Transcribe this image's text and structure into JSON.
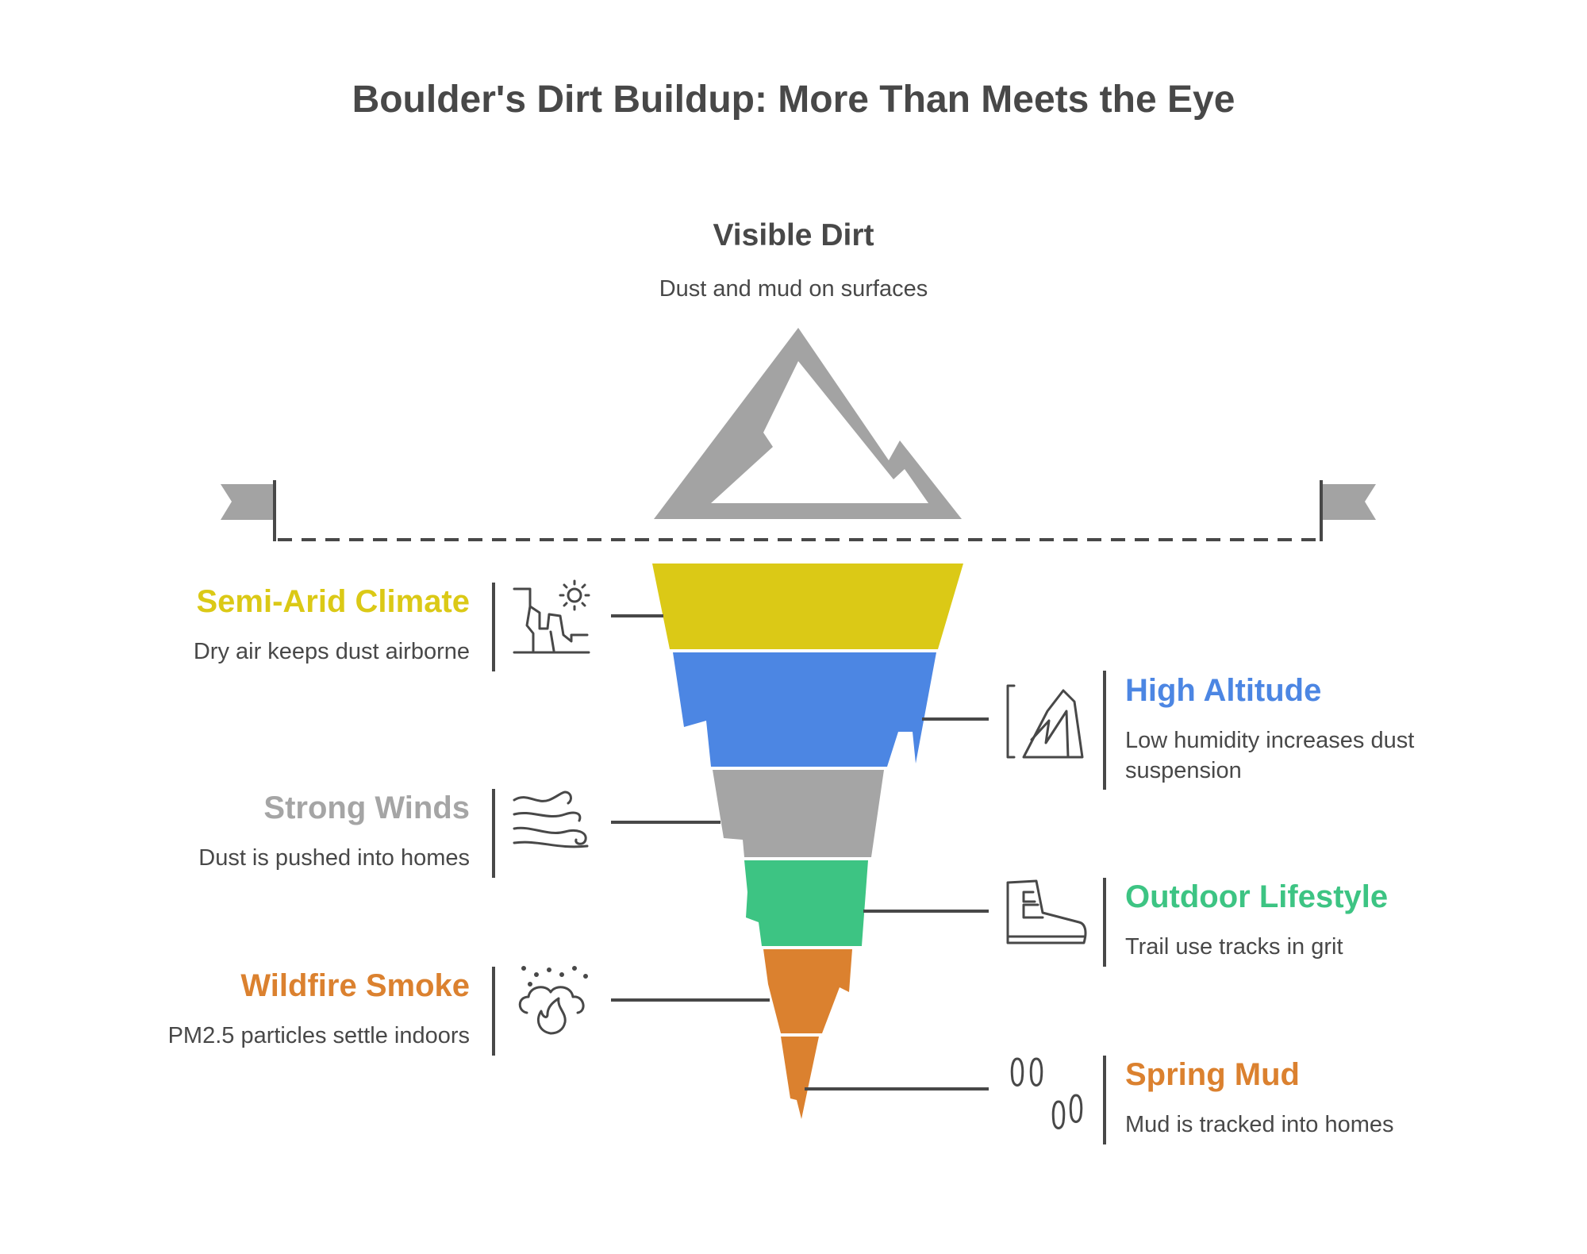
{
  "title": "Boulder's Dirt Buildup: More Than Meets the Eye",
  "tip": {
    "title": "Visible Dirt",
    "description": "Dust and mud on surfaces"
  },
  "layers": [
    {
      "title": "Semi-Arid Climate",
      "description": "Dry air keeps dust airborne",
      "color": "#DBC916",
      "side": "left",
      "icon": "canyon-sun-icon"
    },
    {
      "title": "High Altitude",
      "description": "Low humidity increases dust suspension",
      "color": "#4C86E3",
      "side": "right",
      "icon": "mountain-peak-icon"
    },
    {
      "title": "Strong Winds",
      "description": "Dust is pushed into homes",
      "color": "#A5A5A5",
      "side": "left",
      "icon": "wind-icon"
    },
    {
      "title": "Outdoor Lifestyle",
      "description": "Trail use tracks in grit",
      "color": "#3DC483",
      "side": "right",
      "icon": "hiking-boot-icon"
    },
    {
      "title": "Wildfire Smoke",
      "description": "PM2.5 particles settle indoors",
      "color": "#DB812F",
      "side": "left",
      "icon": "fire-smoke-icon"
    },
    {
      "title": "Spring Mud",
      "description": "Mud is tracked into homes",
      "color": "#DB812F",
      "side": "right",
      "icon": "footprints-icon"
    }
  ],
  "colors": {
    "iceberg_tip": "#A3A3A3",
    "text": "#484848",
    "connector": "#484848"
  }
}
